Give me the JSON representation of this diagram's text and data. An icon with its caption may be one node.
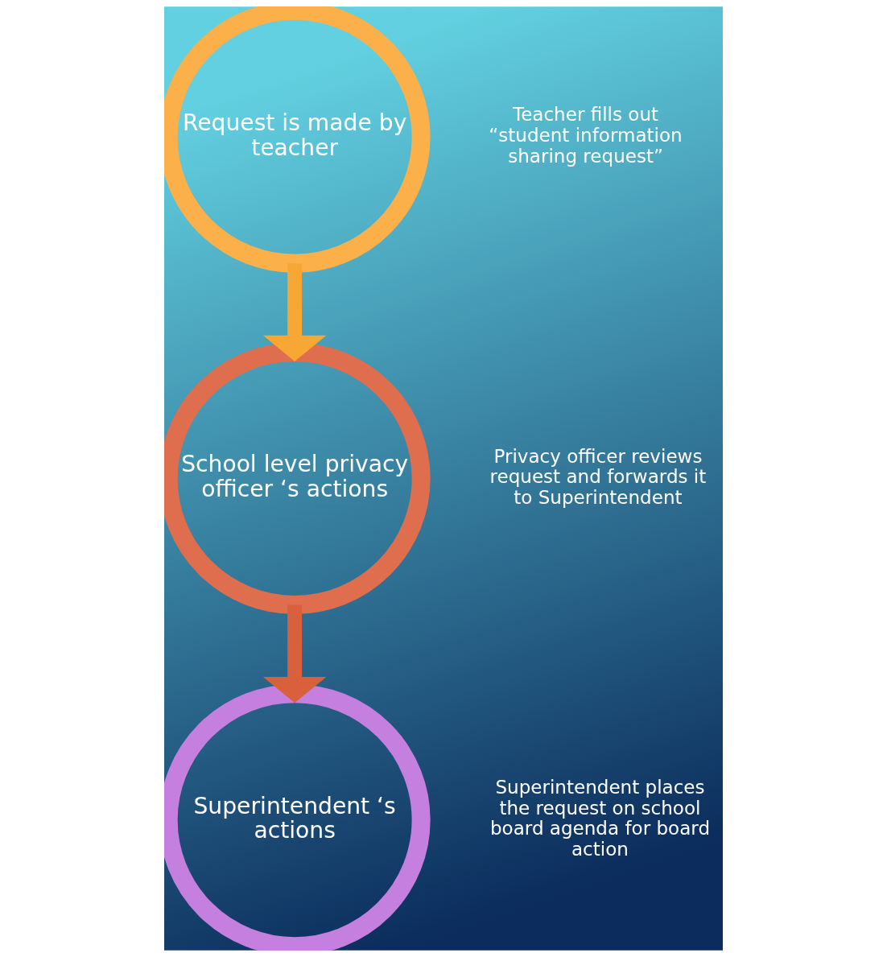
{
  "diagram": {
    "nodes": [
      {
        "text": [
          "Request is made by teacher"
        ],
        "beside": [
          "Teacher fills out “student information sharing request”"
        ]
      },
      {
        "text": [
          "School level privacy officer ‘s actions"
        ],
        "beside": [
          "Privacy officer reviews request and forwards it to Superintendent"
        ]
      },
      {
        "text": [
          "Superintendent ‘s actions"
        ],
        "beside": [
          "Superintendent places the request on school board agenda for board action"
        ]
      }
    ],
    "edges": [
      {
        "from": 0,
        "to": 1,
        "arrow": "to",
        "color": "#f7a733"
      },
      {
        "from": 1,
        "to": 2,
        "arrow": "to",
        "color": "#d9603c"
      }
    ]
  }
}
